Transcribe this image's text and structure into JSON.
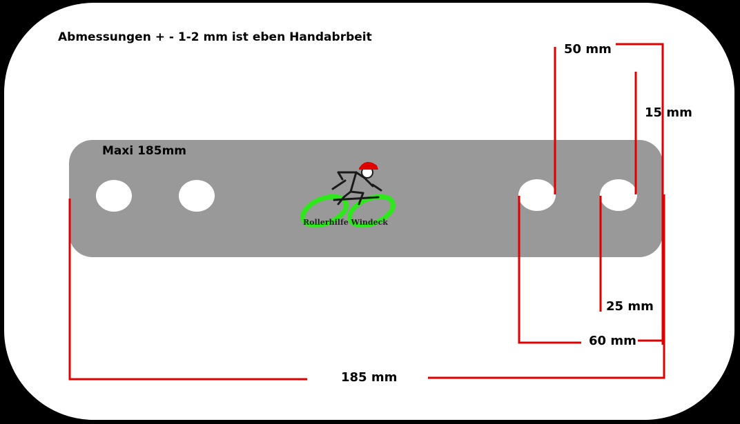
{
  "texts": {
    "note": "Abmessungen + - 1-2 mm ist eben Handabrbeit",
    "model": "Maxi 185mm",
    "logo_text": "Rollerhilfe Windeck"
  },
  "dimensions": {
    "d50": "50 mm",
    "d15": "15 mm",
    "d25": "25 mm",
    "d60": "60 mm",
    "d185": "185 mm"
  },
  "colors": {
    "frame": "#000000",
    "card": "#ffffff",
    "plate": "#999999",
    "hole": "#ffffff",
    "dimension_line": "#e00000",
    "logo_wheel": "#2ee81c",
    "logo_helmet": "#e00000"
  },
  "icons": {
    "logo": "cyclist-logo-icon"
  }
}
